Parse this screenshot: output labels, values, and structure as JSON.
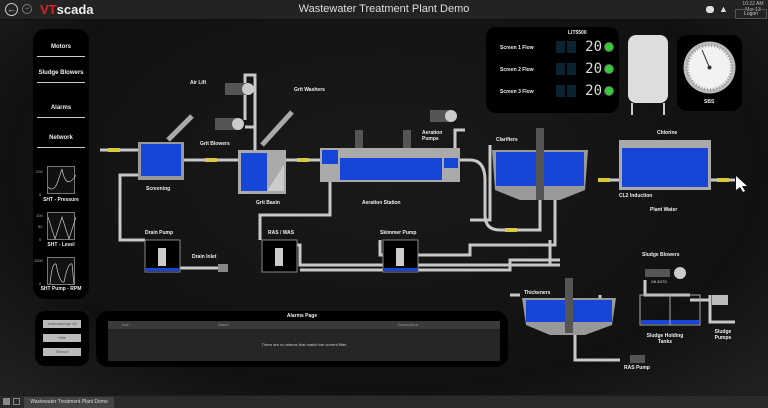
{
  "window": {
    "title": "Wastewater Treatment Plant Demo",
    "logo_prefix": "VT",
    "logo_suffix": "scada",
    "clock": "10:22 AM Mar 13",
    "logon_label": "Logon"
  },
  "nav": {
    "items": [
      {
        "label": "Motors"
      },
      {
        "label": "Sludge Blowers"
      },
      {
        "label": "Alarms"
      },
      {
        "label": "Network"
      }
    ],
    "trends": [
      {
        "label": "SHT - Pressure",
        "ymax": "200",
        "ymin": "0"
      },
      {
        "label": "SHT - Level",
        "ymax": "100",
        "ymid": "50",
        "ymin": "0"
      },
      {
        "label": "SHT Pump - RPM",
        "ymax": "1500",
        "ymin": "0"
      }
    ]
  },
  "flow_panel": {
    "title": "LIT5500",
    "rows": [
      {
        "label": "Screen 1 Flow",
        "value": "20",
        "status": "on"
      },
      {
        "label": "Screen 2 Flow",
        "value": "20",
        "status": "on"
      },
      {
        "label": "Screen 3 Flow",
        "value": "20",
        "status": "on"
      }
    ],
    "led_color": "#33cc33"
  },
  "gauge": {
    "label": "SBS"
  },
  "process_labels": {
    "air_lift": "Air Lift",
    "grit_washers": "Grit Washers",
    "grit_blowers": "Grit Blowers",
    "screening": "Screening",
    "grit_basin": "Grit Basin",
    "aeration_pumps": "Aeration Pumps",
    "aeration_station": "Aeration Station",
    "clarifiers": "Clarifiers",
    "chlorine": "Chlorine",
    "cl2_induction": "CL2 Induction",
    "plant_water": "Plant Water",
    "drain_pump": "Drain Pump",
    "drain_inlet": "Drain Inlet",
    "ras_was": "RAS / WAS",
    "skimmer_pump": "Skimmer Pump",
    "sludge_blowers": "Sludge Blowers",
    "blower_status": "ON AUTO",
    "thickeners": "Thickeners",
    "sludge_holding_tanks": "Sludge Holding Tanks",
    "sludge_pumps": "Sludge Pumps",
    "ras_pump": "RAS Pump"
  },
  "alarm_buttons": {
    "acknowledge": "Acknowledge All",
    "hide": "Hide",
    "silence": "Silence"
  },
  "alarms": {
    "title": "Alarms Page",
    "columns": [
      "Ack",
      "Name",
      "Description"
    ],
    "empty_message": "There are no alarms that match the current filter"
  },
  "taskbar": {
    "tab_label": "Wastewater Treatment Plant Demo"
  },
  "colors": {
    "water": "#1646d8",
    "pipe": "#c8c8c8",
    "flow_marker": "#d8c840",
    "brand_red": "#e02020"
  }
}
